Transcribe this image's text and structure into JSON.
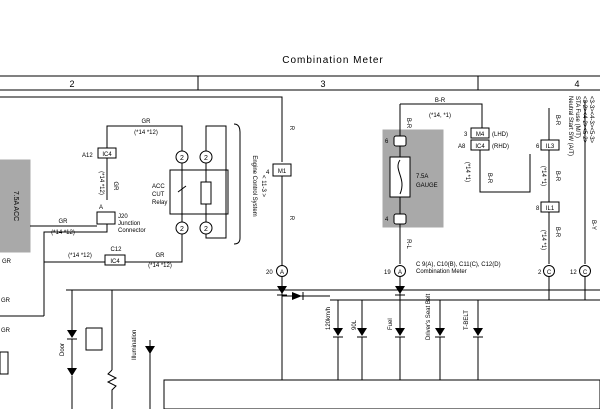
{
  "title": "Combination Meter",
  "sections": [
    "2",
    "3",
    "4"
  ],
  "left_block": {
    "label1": "7.5A ACC",
    "tag": "GR"
  },
  "ic4_top": {
    "pin": "A12",
    "id": "IC4"
  },
  "gr_wire": {
    "color": "GR",
    "spec": "(*14 *12)"
  },
  "gr_vert": {
    "spec": "(*14 *12)",
    "color": "GR"
  },
  "gr_left": {
    "color": "GR",
    "spec": "(*14 *12)"
  },
  "junction": {
    "pin": "A",
    "id": "J20",
    "name1": "Junction",
    "name2": "Connector"
  },
  "c12": {
    "id": "C12",
    "sub": "IC4",
    "color": "GR",
    "spec1": "(*14 *12)",
    "spec2": "(*14 *12)"
  },
  "relay": {
    "name1": "ACC",
    "name2": "CUT",
    "name3": "Relay",
    "pins": [
      "2",
      "2",
      "2",
      "2"
    ]
  },
  "engine_ref": {
    "label": "Engine Control System",
    "page": "< 11-3 >"
  },
  "m1": {
    "pin": "4",
    "id": "M1",
    "wire_r": "R",
    "wire_r2": "R"
  },
  "gauge": {
    "wire": "B-R",
    "pin6": "6",
    "pin4": "4",
    "fuse1": "7.5A",
    "fuse2": "GAUGE",
    "out": "R-L"
  },
  "br_wire": {
    "color": "B-R",
    "spec": "(*14, *1)"
  },
  "m4": {
    "pin3": "3",
    "id1": "M4",
    "lhd": "(LHD)",
    "pin8": "A8",
    "id2": "IC4",
    "rhd": "(RHD)",
    "wire": "B-R",
    "spec": "(*14 *1)"
  },
  "il3": {
    "pin": "6",
    "id": "IL3",
    "wire": "B-R",
    "spec": "(*14 *1)"
  },
  "il1": {
    "pin": "8",
    "id": "IL1",
    "wire": "B-R",
    "spec": "(*14 *1)"
  },
  "by_wire": "B-Y",
  "right_text": {
    "line1": "Neutral Start SW (A/T)",
    "line2": "STA Fuse (M/T)",
    "line3": "<3-2><4-2><5-2>",
    "line4": "<3-3><4-3><5-3>"
  },
  "connectors": {
    "a": "A",
    "c": "C",
    "pins": [
      "20",
      "19",
      "2",
      "12"
    ]
  },
  "meter_ref": {
    "line1": "C 9(A), C10(B), C11(C), C12(D)",
    "line2": "Combination Meter"
  },
  "lamps": [
    "Door",
    "Illumination",
    "120km/h",
    "90L",
    "Fuel",
    "Driver's Seat Belt",
    "T-BELT"
  ],
  "left_edge": [
    "GR",
    "GR",
    "GR"
  ]
}
